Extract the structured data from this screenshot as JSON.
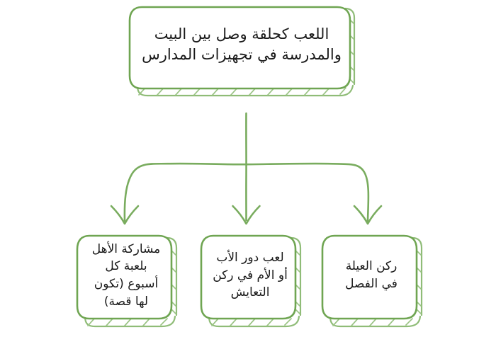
{
  "diagram": {
    "title_node": {
      "id": "root",
      "text": "اللعب كحلقة وصل بين البيت والمدرسة في تجهيزات المدارس"
    },
    "branches": [
      {
        "id": "branch-right",
        "text": "ركن العيلة\nفي الفصل",
        "arrow_name": "arrow-to-branch-right"
      },
      {
        "id": "branch-center",
        "text": "لعب دور الأب\nأو الأم في ركن\nالتعايش",
        "arrow_name": "arrow-to-branch-center"
      },
      {
        "id": "branch-left",
        "text": "مشاركة الأهل\nبلعبة كل\nأسبوع (تكون\nلها قصة)",
        "arrow_name": "arrow-to-branch-left"
      }
    ],
    "style": {
      "stroke_color": "#79ac5e",
      "stroke_color_dark": "#5f9147",
      "fill_color": "#ffffff",
      "text_color": "#1a1a1a",
      "background_color": "#ffffff"
    }
  }
}
